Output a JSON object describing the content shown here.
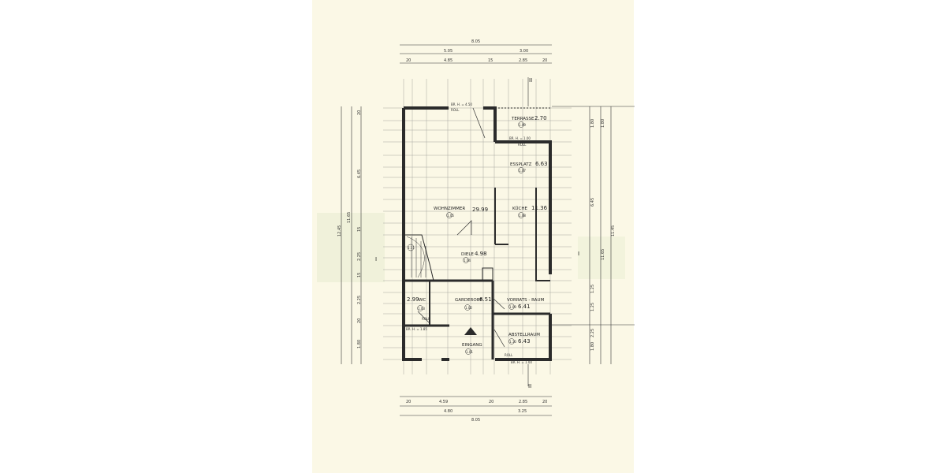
{
  "dimensions": {
    "top_total": "8.05",
    "top_row1": [
      "5.05",
      "3.00"
    ],
    "top_row2": [
      "20",
      "4.85",
      "15",
      "2.85",
      "20"
    ],
    "bottom_row1": [
      "20",
      "4.59",
      "20",
      "2.85",
      "20"
    ],
    "bottom_row2": [
      "4.80",
      "3.25"
    ],
    "bottom_total": "8.05",
    "left_total": "11.65",
    "left_outer": "12.45",
    "left_segments": [
      "20",
      "6.45",
      "15",
      "2.25",
      "15",
      "2.25",
      "20",
      "1.80"
    ],
    "right_total": "11.45",
    "right_outer": "11.65",
    "right_segments": [
      "1.80",
      "1.80",
      "6.45",
      "1.25",
      "1.25",
      "1.80",
      "2.25"
    ]
  },
  "section_marks": {
    "top": "II",
    "bottom": "II",
    "left": "I",
    "right": "I"
  },
  "rooms": [
    {
      "name": "TERRASSE",
      "area": "2.70",
      "sup": "m",
      "num": "1.09"
    },
    {
      "name": "ESSPLATZ",
      "area": "6.63",
      "sup": "m",
      "num": "1.07"
    },
    {
      "name": "WOHNZIMMER",
      "area": "29.99",
      "sup": "m",
      "num": "1.05"
    },
    {
      "name": "KÜCHE",
      "area": "11.36",
      "sup": "m",
      "num": "1.08"
    },
    {
      "name": "DIELE",
      "area": "4.98",
      "sup": "m",
      "num": "1.04"
    },
    {
      "name": "WC",
      "area": "2.99",
      "sup": "",
      "num": "1.03"
    },
    {
      "name": "GARDEROBE",
      "area": "6.51",
      "sup": "",
      "num": "1.02"
    },
    {
      "name": "VORRATS - RAUM",
      "area": "6.41",
      "sup": "",
      "num": "1.09"
    },
    {
      "name": "ABSTELLRAUM",
      "area": "6.43",
      "sup": "",
      "num": "1.10"
    },
    {
      "name": "EINGANG",
      "area": "",
      "sup": "",
      "num": "1.01"
    }
  ],
  "stair_label": "1.11",
  "window_notes": {
    "roll": "ROLL",
    "top_window": "BR. H. = 4.50",
    "terrace_window": "BR. H. = 1.00",
    "wc_window": "BR. H. = 1.85",
    "storage_window": "BR. H. = 1.00"
  },
  "colors": {
    "paper": "#fbf8e6",
    "wall": "#2b2b2b",
    "grid": "#9a9a9a"
  }
}
